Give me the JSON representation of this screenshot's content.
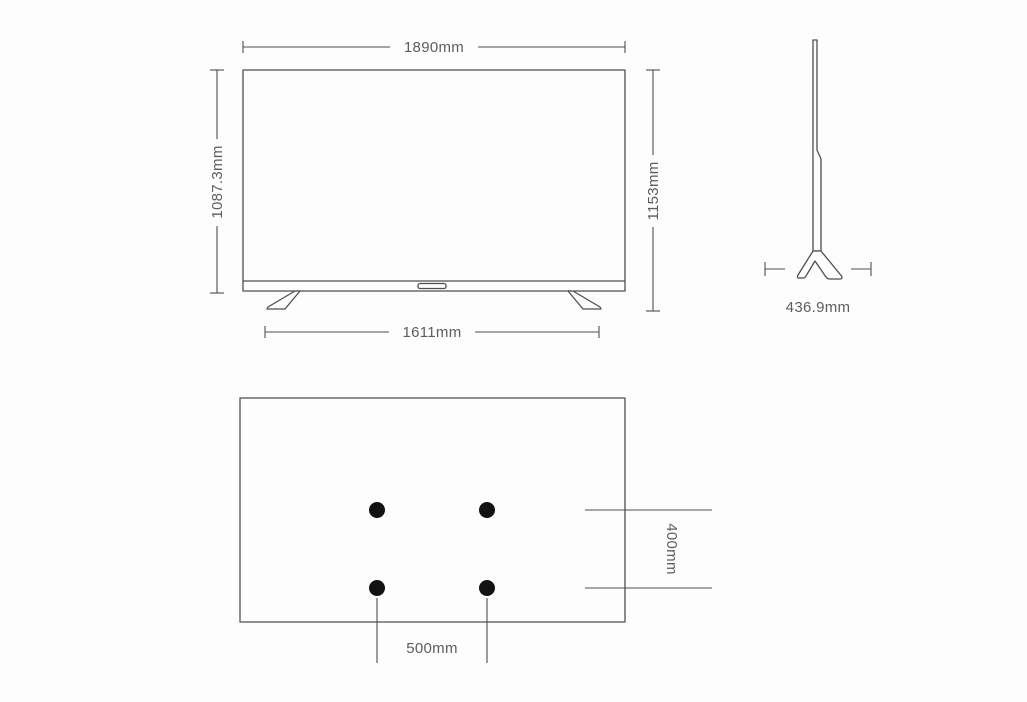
{
  "colors": {
    "line": "#4e4f51",
    "text": "#5c5d5f",
    "hole": "#121212",
    "background": "#fdfdfd"
  },
  "front_view": {
    "width_label": "1890mm",
    "height_without_stand_label": "1087.3mm",
    "height_with_stand_label": "1153mm",
    "stand_width_label": "1611mm"
  },
  "side_view": {
    "depth_label": "436.9mm"
  },
  "rear_view": {
    "vesa_vertical_label": "400mm",
    "vesa_horizontal_label": "500mm"
  }
}
